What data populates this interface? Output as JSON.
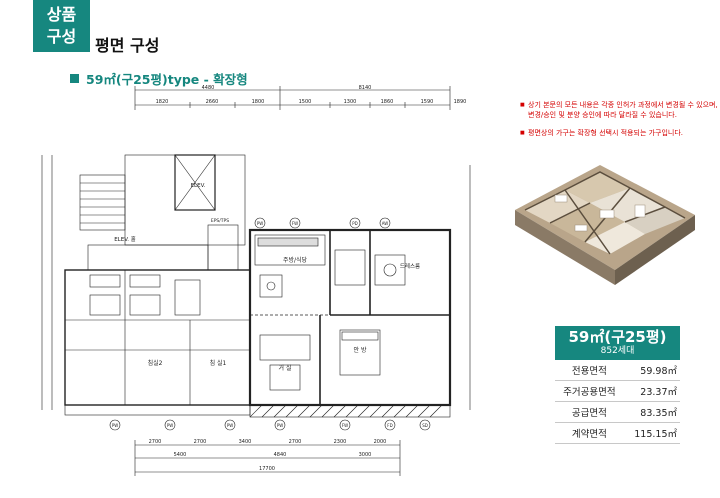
{
  "badge": {
    "line1": "상품",
    "line2": "구성"
  },
  "page_title": "평면 구성",
  "section": {
    "label": "59㎡(구25평)type - 확장형"
  },
  "notes": [
    "상기 본문의 모든 내용은 각종 인허가 과정에서 변경될 수 있으며, 사업 계획 변경/승인 및 분양 승인에 따라 달라질 수 있습니다.",
    "평면상의 가구는 확장형 선택시 적용되는 가구입니다."
  ],
  "plan": {
    "dims_top1": [
      "4480",
      "8140"
    ],
    "dims_top2": [
      "1820",
      "2660",
      "1800",
      "1500",
      "1300",
      "1860",
      "1590",
      "1890"
    ],
    "dims_bottom1": [
      "2700",
      "2700",
      "3400",
      "2700",
      "2300",
      "2000"
    ],
    "dims_bottom2": [
      "5400",
      "4840",
      "3000"
    ],
    "total": "17700",
    "rooms": {
      "kitchen": "주방/식당",
      "living": "거 실",
      "bed1": "침 실1",
      "bed2": "침실2",
      "master": "안 방",
      "dress": "드레스룸",
      "elev_hall": "ELEV. 홀",
      "elev": "ELEV.",
      "eps": "EPS/TPS"
    },
    "tags": [
      "PW",
      "FW",
      "PD",
      "AW",
      "FD",
      "SD"
    ]
  },
  "info": {
    "type": "59㎡(구25평)",
    "units": "852세대",
    "rows": [
      {
        "label": "전용면적",
        "value": "59.98㎡"
      },
      {
        "label": "주거공용면적",
        "value": "23.37㎡"
      },
      {
        "label": "공급면적",
        "value": "83.35㎡"
      },
      {
        "label": "계약면적",
        "value": "115.15㎡"
      }
    ]
  }
}
